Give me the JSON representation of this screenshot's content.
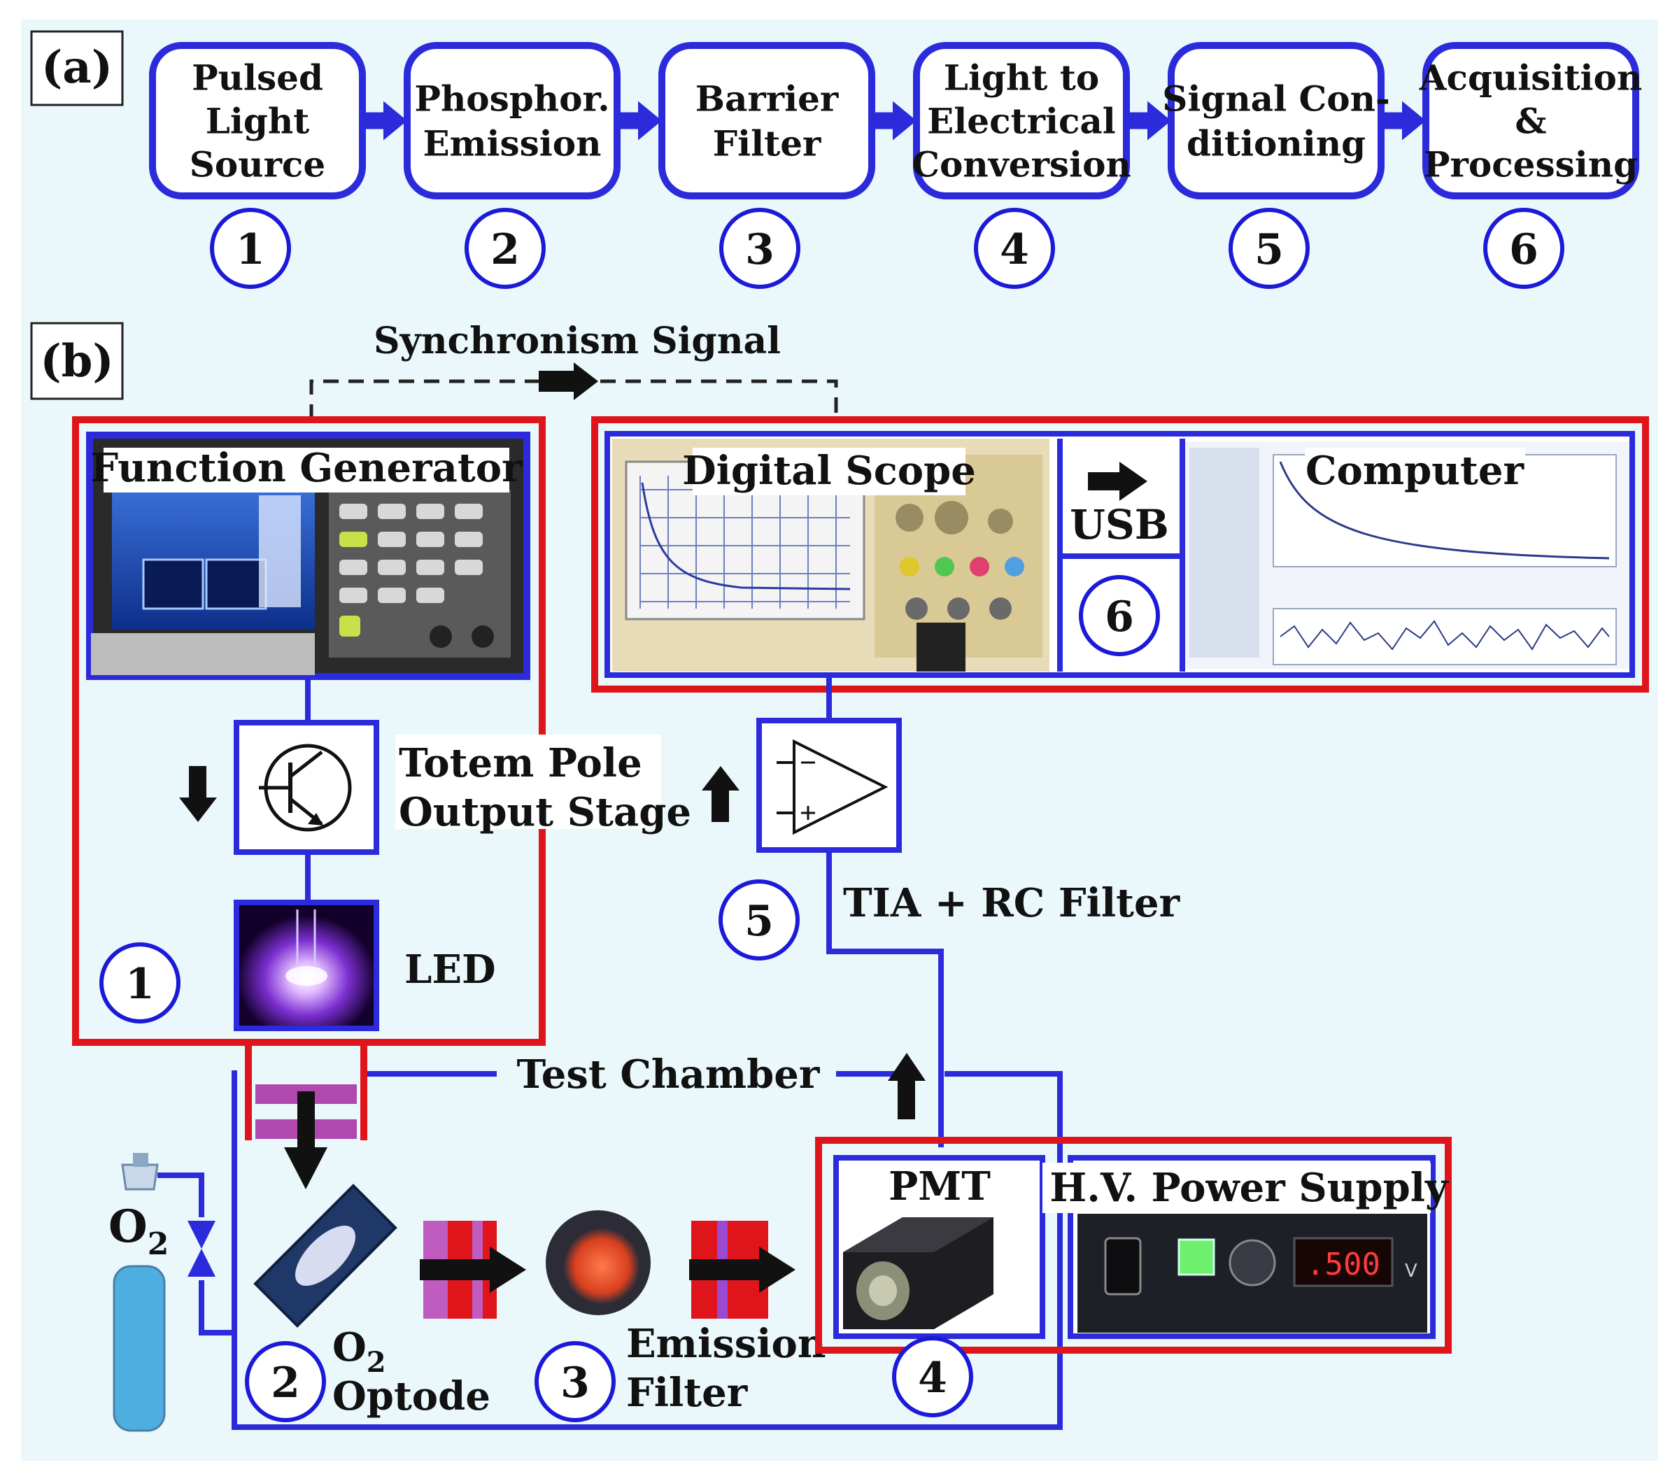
{
  "panel_a": {
    "tag": "(a)",
    "steps": [
      {
        "line1": "Pulsed",
        "line2": "Light",
        "line3": "Source",
        "num": "1"
      },
      {
        "line1": "Phosphor.",
        "line2": "Emission",
        "line3": "",
        "num": "2"
      },
      {
        "line1": "Barrier",
        "line2": "Filter",
        "line3": "",
        "num": "3"
      },
      {
        "line1": "Light to",
        "line2": "Electrical",
        "line3": "Conversion",
        "num": "4"
      },
      {
        "line1": "Signal Con-",
        "line2": "ditioning",
        "line3": "",
        "num": "5"
      },
      {
        "line1": "Acquisition",
        "line2": "&",
        "line3": "Processing",
        "num": "6"
      }
    ]
  },
  "panel_b": {
    "tag": "(b)",
    "sync_label": "Synchronism Signal",
    "function_generator": "Function Generator",
    "totem_pole_line1": "Totem Pole",
    "totem_pole_line2": "Output Stage",
    "led": "LED",
    "digital_scope": "Digital Scope",
    "usb": "USB",
    "computer": "Computer",
    "tia_label": "TIA + RC Filter",
    "test_chamber": "Test Chamber",
    "pmt": "PMT",
    "hv_supply": "H.V. Power Supply",
    "hv_display": ".500",
    "hv_unit": "V",
    "o2_main": "O",
    "o2_sub": "2",
    "optode_line1": "O",
    "optode_sub": "2",
    "optode_line2": "Optode",
    "emission_line1": "Emission",
    "emission_line2": "Filter",
    "nums": {
      "n1": "1",
      "n2": "2",
      "n3": "3",
      "n4": "4",
      "n5": "5",
      "n6": "6"
    }
  },
  "colors": {
    "blue": "#2b2bdc",
    "red": "#e0151b",
    "background": "#eaf8fb"
  }
}
